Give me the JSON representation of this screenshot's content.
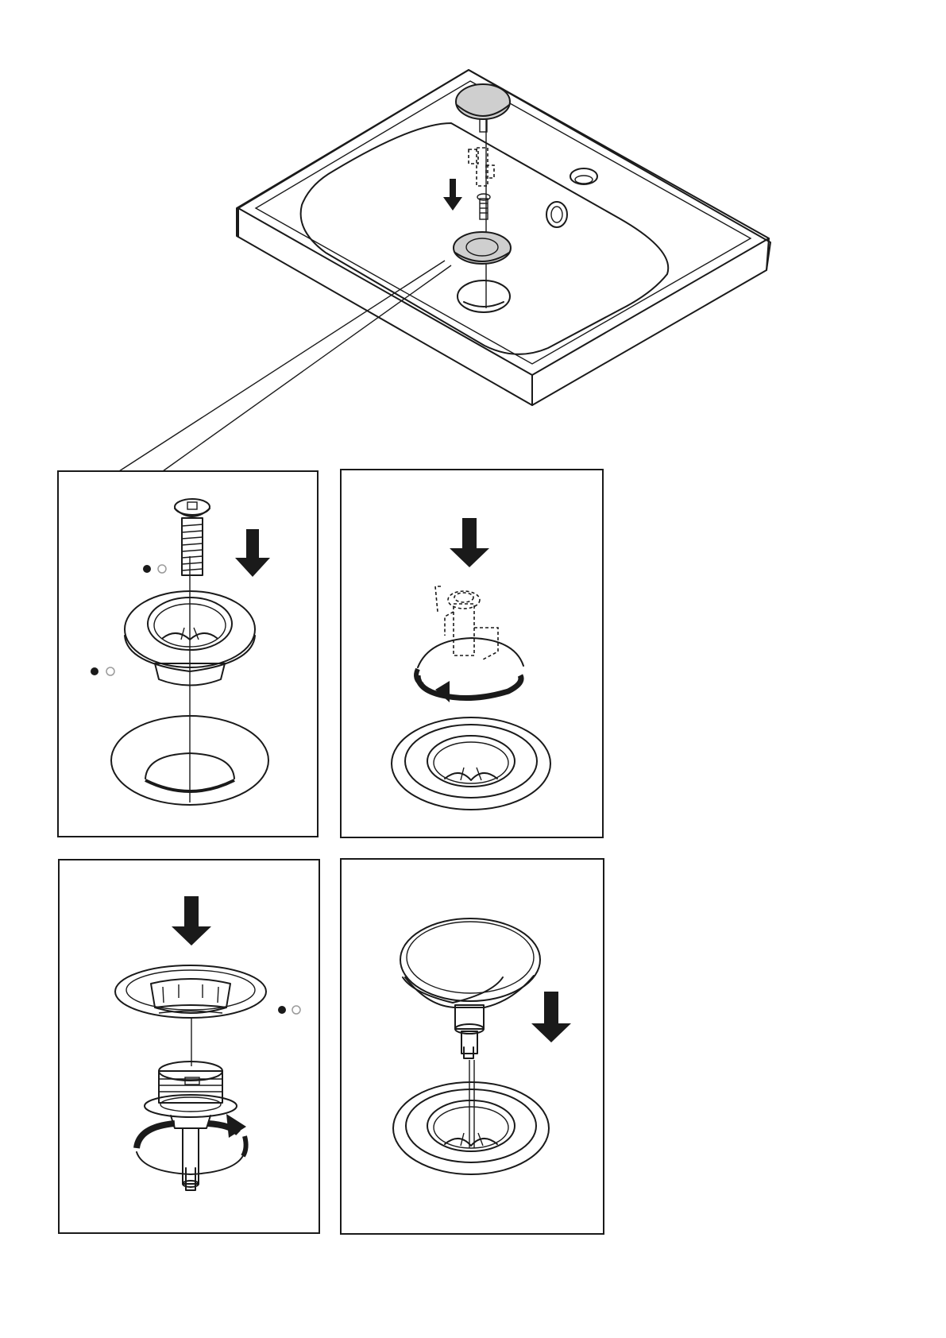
{
  "document": {
    "type": "assembly-instructions",
    "colors": {
      "line": "#1a1a1a",
      "part_fill": "#cfcfcf",
      "part_dark": "#b5b5b5",
      "background": "#ffffff",
      "dot_dark": "#1a1a1a",
      "dot_light": "#bdbdbd"
    },
    "overview": {
      "item": "washbasin-with-drain-assembly",
      "arrow": "down"
    },
    "steps": [
      {
        "id": "step-1",
        "arrow": "down",
        "parts": [
          "screw",
          "drain-flange",
          "drain-hole"
        ],
        "indicator_dots": 2
      },
      {
        "id": "step-2",
        "arrow": "down",
        "rotation": "counter-clockwise",
        "parts": [
          "plug-stem",
          "drain-flange"
        ]
      },
      {
        "id": "step-3",
        "arrow": "down",
        "rotation": "clockwise",
        "parts": [
          "flange-ring",
          "valve-body"
        ],
        "indicator_dots": 1
      },
      {
        "id": "step-4",
        "arrow": "down",
        "parts": [
          "plug-cap",
          "drain-flange"
        ]
      }
    ]
  }
}
